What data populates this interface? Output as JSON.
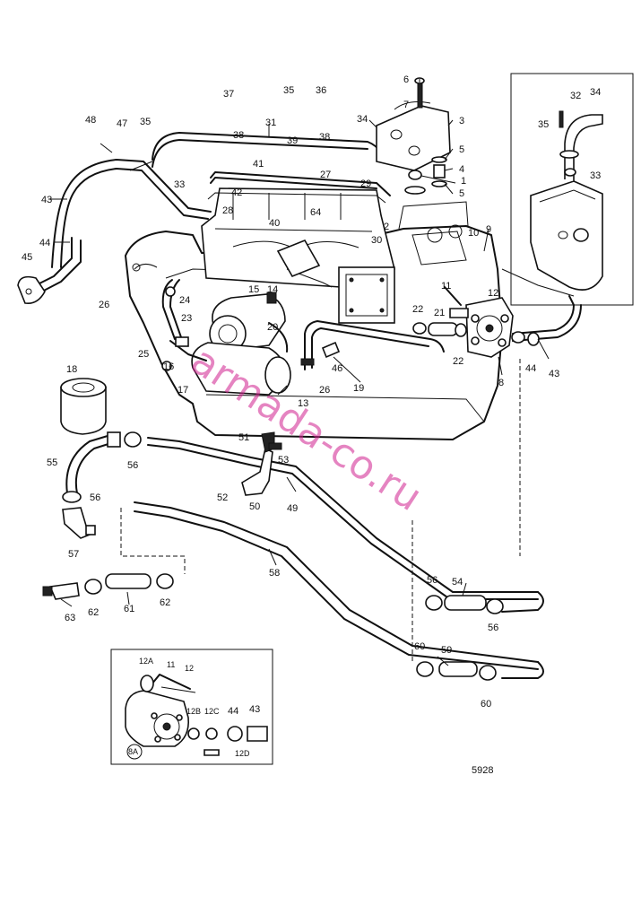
{
  "diagram_code": "5928",
  "watermark": "armada-co.ru",
  "callouts": {
    "c1": "1",
    "c2": "2",
    "c3": "3",
    "c4": "4",
    "c5a": "5",
    "c5b": "5",
    "c6": "6",
    "c7": "7",
    "c8": "8",
    "c9": "9",
    "c10": "10",
    "c11": "11",
    "c12": "12",
    "c13": "13",
    "c14": "14",
    "c15": "15",
    "c16": "16",
    "c17": "17",
    "c18": "18",
    "c19": "19",
    "c20": "20",
    "c21": "21",
    "c22a": "22",
    "c22b": "22",
    "c23": "23",
    "c24": "24",
    "c25": "25",
    "c26a": "26",
    "c26b": "26",
    "c27": "27",
    "c28": "28",
    "c29": "29",
    "c30": "30",
    "c31": "31",
    "c32": "32",
    "c33a": "33",
    "c33b": "33",
    "c34a": "34",
    "c34b": "34",
    "c35a": "35",
    "c35b": "35",
    "c35c": "35",
    "c36": "36",
    "c37": "37",
    "c38a": "38",
    "c38b": "38",
    "c39": "39",
    "c40": "40",
    "c41": "41",
    "c42": "42",
    "c43a": "43",
    "c43b": "43",
    "c44a": "44",
    "c44b": "44",
    "c45": "45",
    "c46": "46",
    "c47": "47",
    "c48": "48",
    "c49": "49",
    "c50": "50",
    "c51": "51",
    "c52": "52",
    "c53": "53",
    "c54": "54",
    "c55": "55",
    "c56a": "56",
    "c56b": "56",
    "c56c": "56",
    "c56d": "56",
    "c57": "57",
    "c58": "58",
    "c59": "59",
    "c60a": "60",
    "c60b": "60",
    "c61": "61",
    "c62a": "62",
    "c62b": "62",
    "c63": "63",
    "c64": "64"
  },
  "inset_callouts": {
    "i12a": "12A",
    "i11": "11",
    "i12": "12",
    "i12b": "12B",
    "i12c": "12C",
    "i44": "44",
    "i43": "43",
    "i12d": "12D",
    "i8a": "8A"
  }
}
